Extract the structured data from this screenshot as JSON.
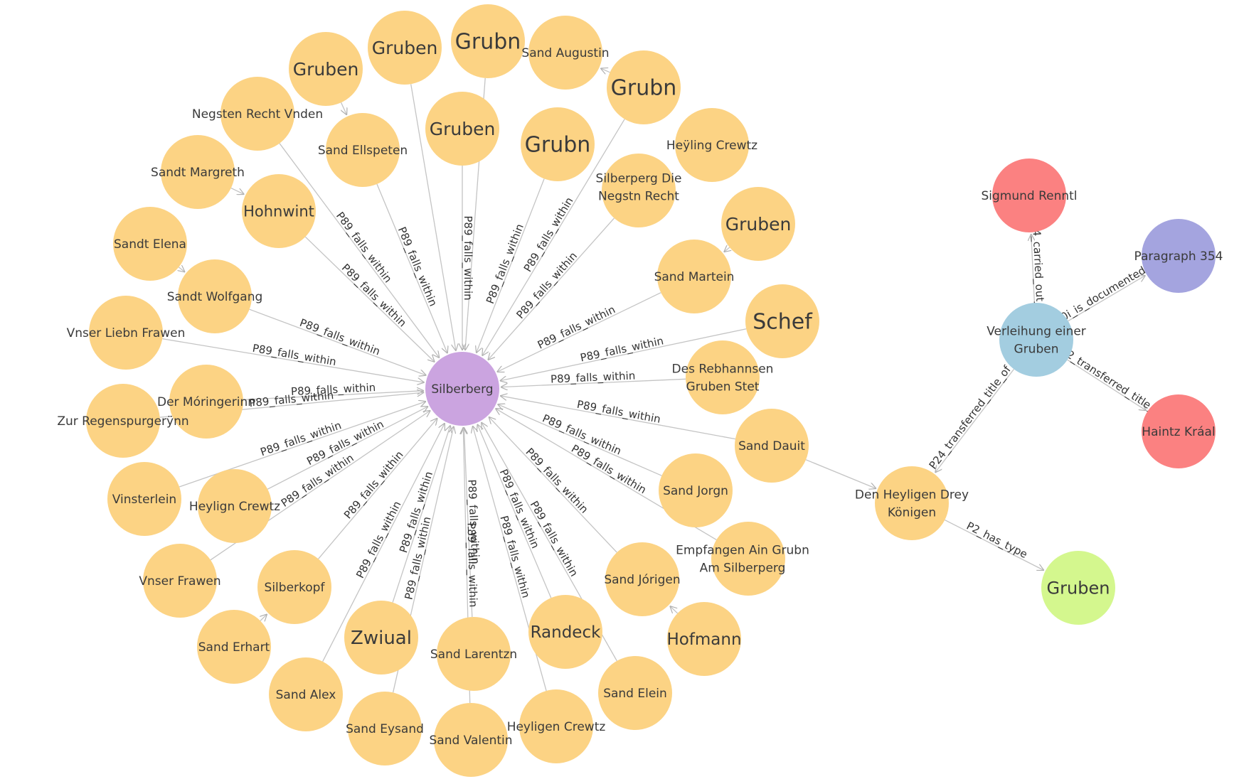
{
  "colors": {
    "place": "#fcd384",
    "hub": "#cba4e0",
    "event": "#a3cde0",
    "person": "#fb8181",
    "document": "#a4a4df",
    "type": "#d4f78e",
    "edge": "#c4c4c4"
  },
  "nodes": [
    {
      "id": "silberberg",
      "label": "Silberberg",
      "kind": "hub"
    },
    {
      "id": "gruben1",
      "label": "Gruben",
      "kind": "place"
    },
    {
      "id": "gruben2",
      "label": "Gruben",
      "kind": "place"
    },
    {
      "id": "grubn1",
      "label": "Grubn",
      "kind": "place"
    },
    {
      "id": "sand_augustin",
      "label": "Sand Augustin",
      "kind": "place"
    },
    {
      "id": "grubn2",
      "label": "Grubn",
      "kind": "place"
    },
    {
      "id": "negsten",
      "label": "Negsten Recht Vnden",
      "kind": "place"
    },
    {
      "id": "sand_ellspeten",
      "label": "Sand Ellspeten",
      "kind": "place"
    },
    {
      "id": "gruben3",
      "label": "Gruben",
      "kind": "place"
    },
    {
      "id": "grubn3",
      "label": "Grubn",
      "kind": "place"
    },
    {
      "id": "heyling_crewtz",
      "label": "Heÿling Crewtz",
      "kind": "place"
    },
    {
      "id": "sandt_margreth",
      "label": "Sandt Margreth",
      "kind": "place"
    },
    {
      "id": "hohnwint",
      "label": "Hohnwint",
      "kind": "place"
    },
    {
      "id": "silberperg_negstn",
      "label": "Silberperg Die Negstn Recht",
      "kind": "place"
    },
    {
      "id": "gruben4",
      "label": "Gruben",
      "kind": "place"
    },
    {
      "id": "sandt_elena",
      "label": "Sandt Elena",
      "kind": "place"
    },
    {
      "id": "sand_martein",
      "label": "Sand Martein",
      "kind": "place"
    },
    {
      "id": "sandt_wolfgang",
      "label": "Sandt Wolfgang",
      "kind": "place"
    },
    {
      "id": "schef",
      "label": "Schef",
      "kind": "place"
    },
    {
      "id": "vnser_liebn",
      "label": "Vnser Liebn Frawen",
      "kind": "place"
    },
    {
      "id": "des_rebhannsen",
      "label": "Des Rebhannsen Gruben Stet",
      "kind": "place"
    },
    {
      "id": "der_moringerin",
      "label": "Der Móringerinn",
      "kind": "place"
    },
    {
      "id": "zur_regensp",
      "label": "Zur Regenspurgerÿnn",
      "kind": "place"
    },
    {
      "id": "sand_dauit",
      "label": "Sand Dauit",
      "kind": "place"
    },
    {
      "id": "sand_jorgn",
      "label": "Sand Jorgn",
      "kind": "place"
    },
    {
      "id": "vinsterlein",
      "label": "Vinsterlein",
      "kind": "place"
    },
    {
      "id": "heylign_crewtz",
      "label": "Heylign Crewtz",
      "kind": "place"
    },
    {
      "id": "empfangen",
      "label": "Empfangen Ain Grubn Am Silberperg",
      "kind": "place"
    },
    {
      "id": "vnser_frawen",
      "label": "Vnser Frawen",
      "kind": "place"
    },
    {
      "id": "silberkopf",
      "label": "Silberkopf",
      "kind": "place"
    },
    {
      "id": "sand_jorigen",
      "label": "Sand Jórigen",
      "kind": "place"
    },
    {
      "id": "sand_erhart",
      "label": "Sand Erhart",
      "kind": "place"
    },
    {
      "id": "zwiual",
      "label": "Zwiual",
      "kind": "place"
    },
    {
      "id": "randeck",
      "label": "Randeck",
      "kind": "place"
    },
    {
      "id": "hofmann",
      "label": "Hofmann",
      "kind": "place"
    },
    {
      "id": "sand_larentzn",
      "label": "Sand Larentzn",
      "kind": "place"
    },
    {
      "id": "sand_alex",
      "label": "Sand Alex",
      "kind": "place"
    },
    {
      "id": "sand_elein",
      "label": "Sand Elein",
      "kind": "place"
    },
    {
      "id": "sand_eysand",
      "label": "Sand Eysand",
      "kind": "place"
    },
    {
      "id": "heyligen_crewtz",
      "label": "Heyligen Crewtz",
      "kind": "place"
    },
    {
      "id": "sand_valentin",
      "label": "Sand Valentin",
      "kind": "place"
    },
    {
      "id": "verleihung",
      "label": "Verleihung einer Gruben",
      "kind": "event"
    },
    {
      "id": "sigmund",
      "label": "Sigmund Renntl",
      "kind": "person"
    },
    {
      "id": "paragraph",
      "label": "Paragraph 354",
      "kind": "document"
    },
    {
      "id": "haintz",
      "label": "Haintz Kráal",
      "kind": "person"
    },
    {
      "id": "den_heyligen",
      "label": "Den Heyligen Drey Königen",
      "kind": "place"
    },
    {
      "id": "gruben_type",
      "label": "Gruben",
      "kind": "type"
    }
  ],
  "edges": [
    {
      "from": "gruben2",
      "to": "silberberg",
      "label": ""
    },
    {
      "from": "grubn1",
      "to": "silberberg",
      "label": ""
    },
    {
      "from": "gruben3",
      "to": "silberberg",
      "label": "P89_falls_within"
    },
    {
      "from": "grubn3",
      "to": "silberberg",
      "label": "P89_falls_within"
    },
    {
      "from": "grubn2",
      "to": "silberberg",
      "label": "P89_falls_within"
    },
    {
      "from": "sand_ellspeten",
      "to": "silberberg",
      "label": "P89_falls_within"
    },
    {
      "from": "silberperg_negstn",
      "to": "silberberg",
      "label": "P89_falls_within"
    },
    {
      "from": "negsten",
      "to": "silberberg",
      "label": "P89_falls_within"
    },
    {
      "from": "hohnwint",
      "to": "silberberg",
      "label": "P89_falls_within"
    },
    {
      "from": "sand_martein",
      "to": "silberberg",
      "label": "P89_falls_within"
    },
    {
      "from": "sandt_wolfgang",
      "to": "silberberg",
      "label": "P89_falls_within"
    },
    {
      "from": "schef",
      "to": "silberberg",
      "label": "P89_falls_within"
    },
    {
      "from": "vnser_liebn",
      "to": "silberberg",
      "label": "P89_falls_within"
    },
    {
      "from": "des_rebhannsen",
      "to": "silberberg",
      "label": "P89_falls_within"
    },
    {
      "from": "der_moringerin",
      "to": "silberberg",
      "label": "P89_falls_within"
    },
    {
      "from": "zur_regensp",
      "to": "silberberg",
      "label": "P89_falls_within"
    },
    {
      "from": "sand_dauit",
      "to": "silberberg",
      "label": "P89_falls_within"
    },
    {
      "from": "vinsterlein",
      "to": "silberberg",
      "label": "P89_falls_within"
    },
    {
      "from": "heylign_crewtz",
      "to": "silberberg",
      "label": "P89_falls_within"
    },
    {
      "from": "sand_jorgn",
      "to": "silberberg",
      "label": "P89_falls_within"
    },
    {
      "from": "vnser_frawen",
      "to": "silberberg",
      "label": "P89_falls_within"
    },
    {
      "from": "empfangen",
      "to": "silberberg",
      "label": "P89_falls_within"
    },
    {
      "from": "silberkopf",
      "to": "silberberg",
      "label": "P89_falls_within"
    },
    {
      "from": "sand_alex",
      "to": "silberberg",
      "label": "P89_falls_within"
    },
    {
      "from": "zwiual",
      "to": "silberberg",
      "label": "P89_falls_within"
    },
    {
      "from": "sand_larentzn",
      "to": "silberberg",
      "label": "P89_falls_within"
    },
    {
      "from": "randeck",
      "to": "silberberg",
      "label": "P89_falls_within"
    },
    {
      "from": "sand_jorigen",
      "to": "silberberg",
      "label": "P89_falls_within"
    },
    {
      "from": "sand_elein",
      "to": "silberberg",
      "label": "P89_falls_within"
    },
    {
      "from": "heyligen_crewtz",
      "to": "silberberg",
      "label": "P89_falls_within"
    },
    {
      "from": "sand_eysand",
      "to": "silberberg",
      "label": "P89_falls_within"
    },
    {
      "from": "sand_valentin",
      "to": "silberberg",
      "label": "P89_falls_within"
    },
    {
      "from": "gruben1",
      "to": "sand_ellspeten",
      "label": ""
    },
    {
      "from": "grubn2",
      "to": "sand_augustin",
      "label": ""
    },
    {
      "from": "sandt_margreth",
      "to": "hohnwint",
      "label": ""
    },
    {
      "from": "sandt_elena",
      "to": "sandt_wolfgang",
      "label": ""
    },
    {
      "from": "gruben4",
      "to": "sand_martein",
      "label": ""
    },
    {
      "from": "sand_erhart",
      "to": "silberkopf",
      "label": ""
    },
    {
      "from": "hofmann",
      "to": "sand_jorigen",
      "label": ""
    },
    {
      "from": "sand_dauit",
      "to": "den_heyligen",
      "label": ""
    },
    {
      "from": "verleihung",
      "to": "sigmund",
      "label": "P14_carried_out_by"
    },
    {
      "from": "verleihung",
      "to": "paragraph",
      "label": "P70i_is_documented_in"
    },
    {
      "from": "verleihung",
      "to": "haintz",
      "label": "P22_transferred_title_to"
    },
    {
      "from": "verleihung",
      "to": "den_heyligen",
      "label": "P24_transferred_title_of"
    },
    {
      "from": "den_heyligen",
      "to": "gruben_type",
      "label": "P2_has_type"
    }
  ]
}
